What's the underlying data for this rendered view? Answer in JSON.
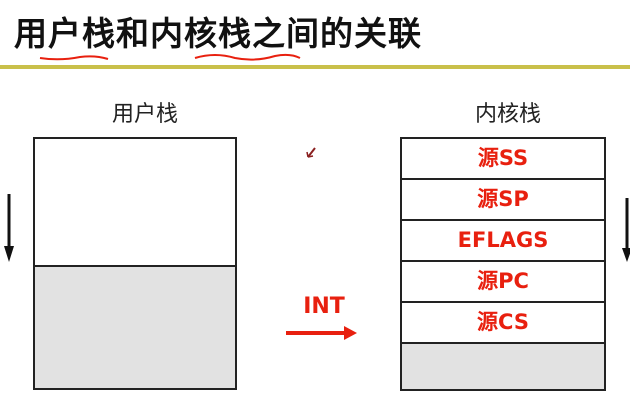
{
  "slide": {
    "title": "用户栈和内核栈之间的关联"
  },
  "user_stack": {
    "label": "用户栈"
  },
  "kernel_stack": {
    "label": "内核栈",
    "cells": [
      "源SS",
      "源SP",
      "EFLAGS",
      "源PC",
      "源CS"
    ]
  },
  "transition": {
    "label": "INT"
  },
  "colors": {
    "accent_red": "#e8200f",
    "rule_olive": "#c9c04a",
    "stack_fill_gray": "#e2e2e2"
  }
}
